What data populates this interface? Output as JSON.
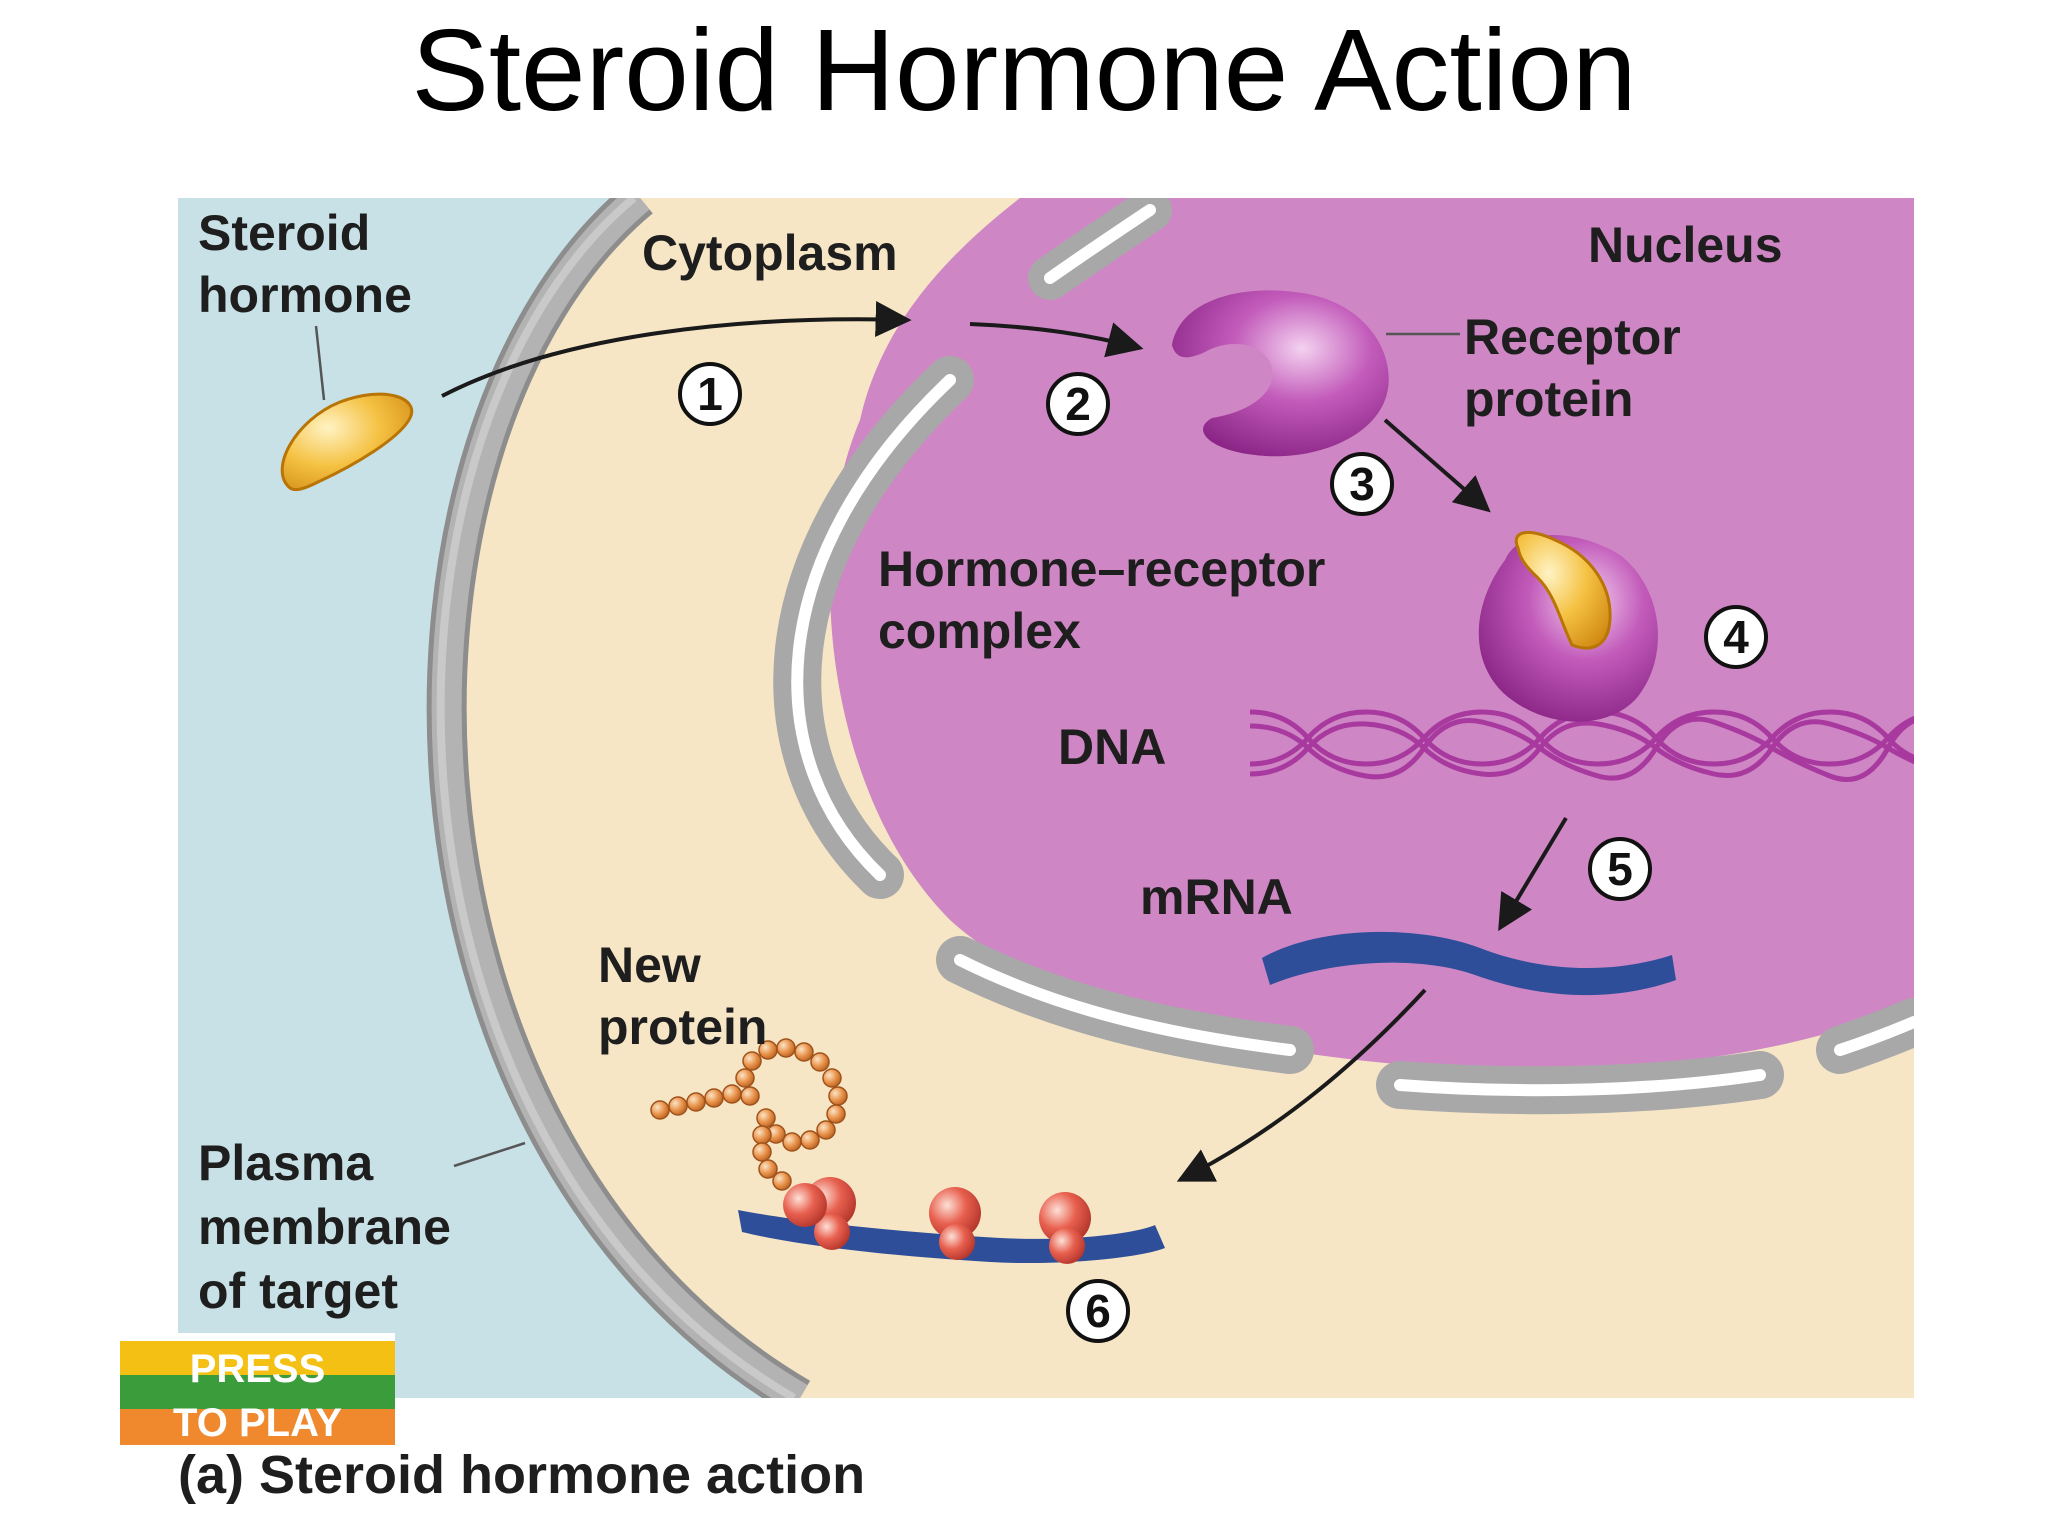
{
  "slide": {
    "title": "Steroid Hormone Action"
  },
  "diagram": {
    "labels": {
      "steroid_hormone": [
        "Steroid",
        "hormone"
      ],
      "cytoplasm": "Cytoplasm",
      "nucleus": "Nucleus",
      "receptor_protein": [
        "Receptor",
        "protein"
      ],
      "hormone_receptor_complex": [
        "Hormone–receptor",
        "complex"
      ],
      "dna": "DNA",
      "mrna": "mRNA",
      "new_protein": [
        "New",
        "protein"
      ],
      "plasma_membrane": [
        "Plasma",
        "membrane",
        "of target"
      ]
    },
    "steps": [
      "1",
      "2",
      "3",
      "4",
      "5",
      "6"
    ],
    "caption": "(a) Steroid hormone action"
  },
  "play_button": {
    "line1": "PRESS",
    "line2": "TO PLAY"
  },
  "colors": {
    "extracellular": "#c8e1e6",
    "cytoplasm": "#f6e6c6",
    "nucleus": "#cf86c4",
    "membrane": "#a3a3a3",
    "hormone": "#f2b632",
    "receptor": "#9a2a98",
    "mrna": "#2e4e9a",
    "ribosome": "#d9534a"
  }
}
